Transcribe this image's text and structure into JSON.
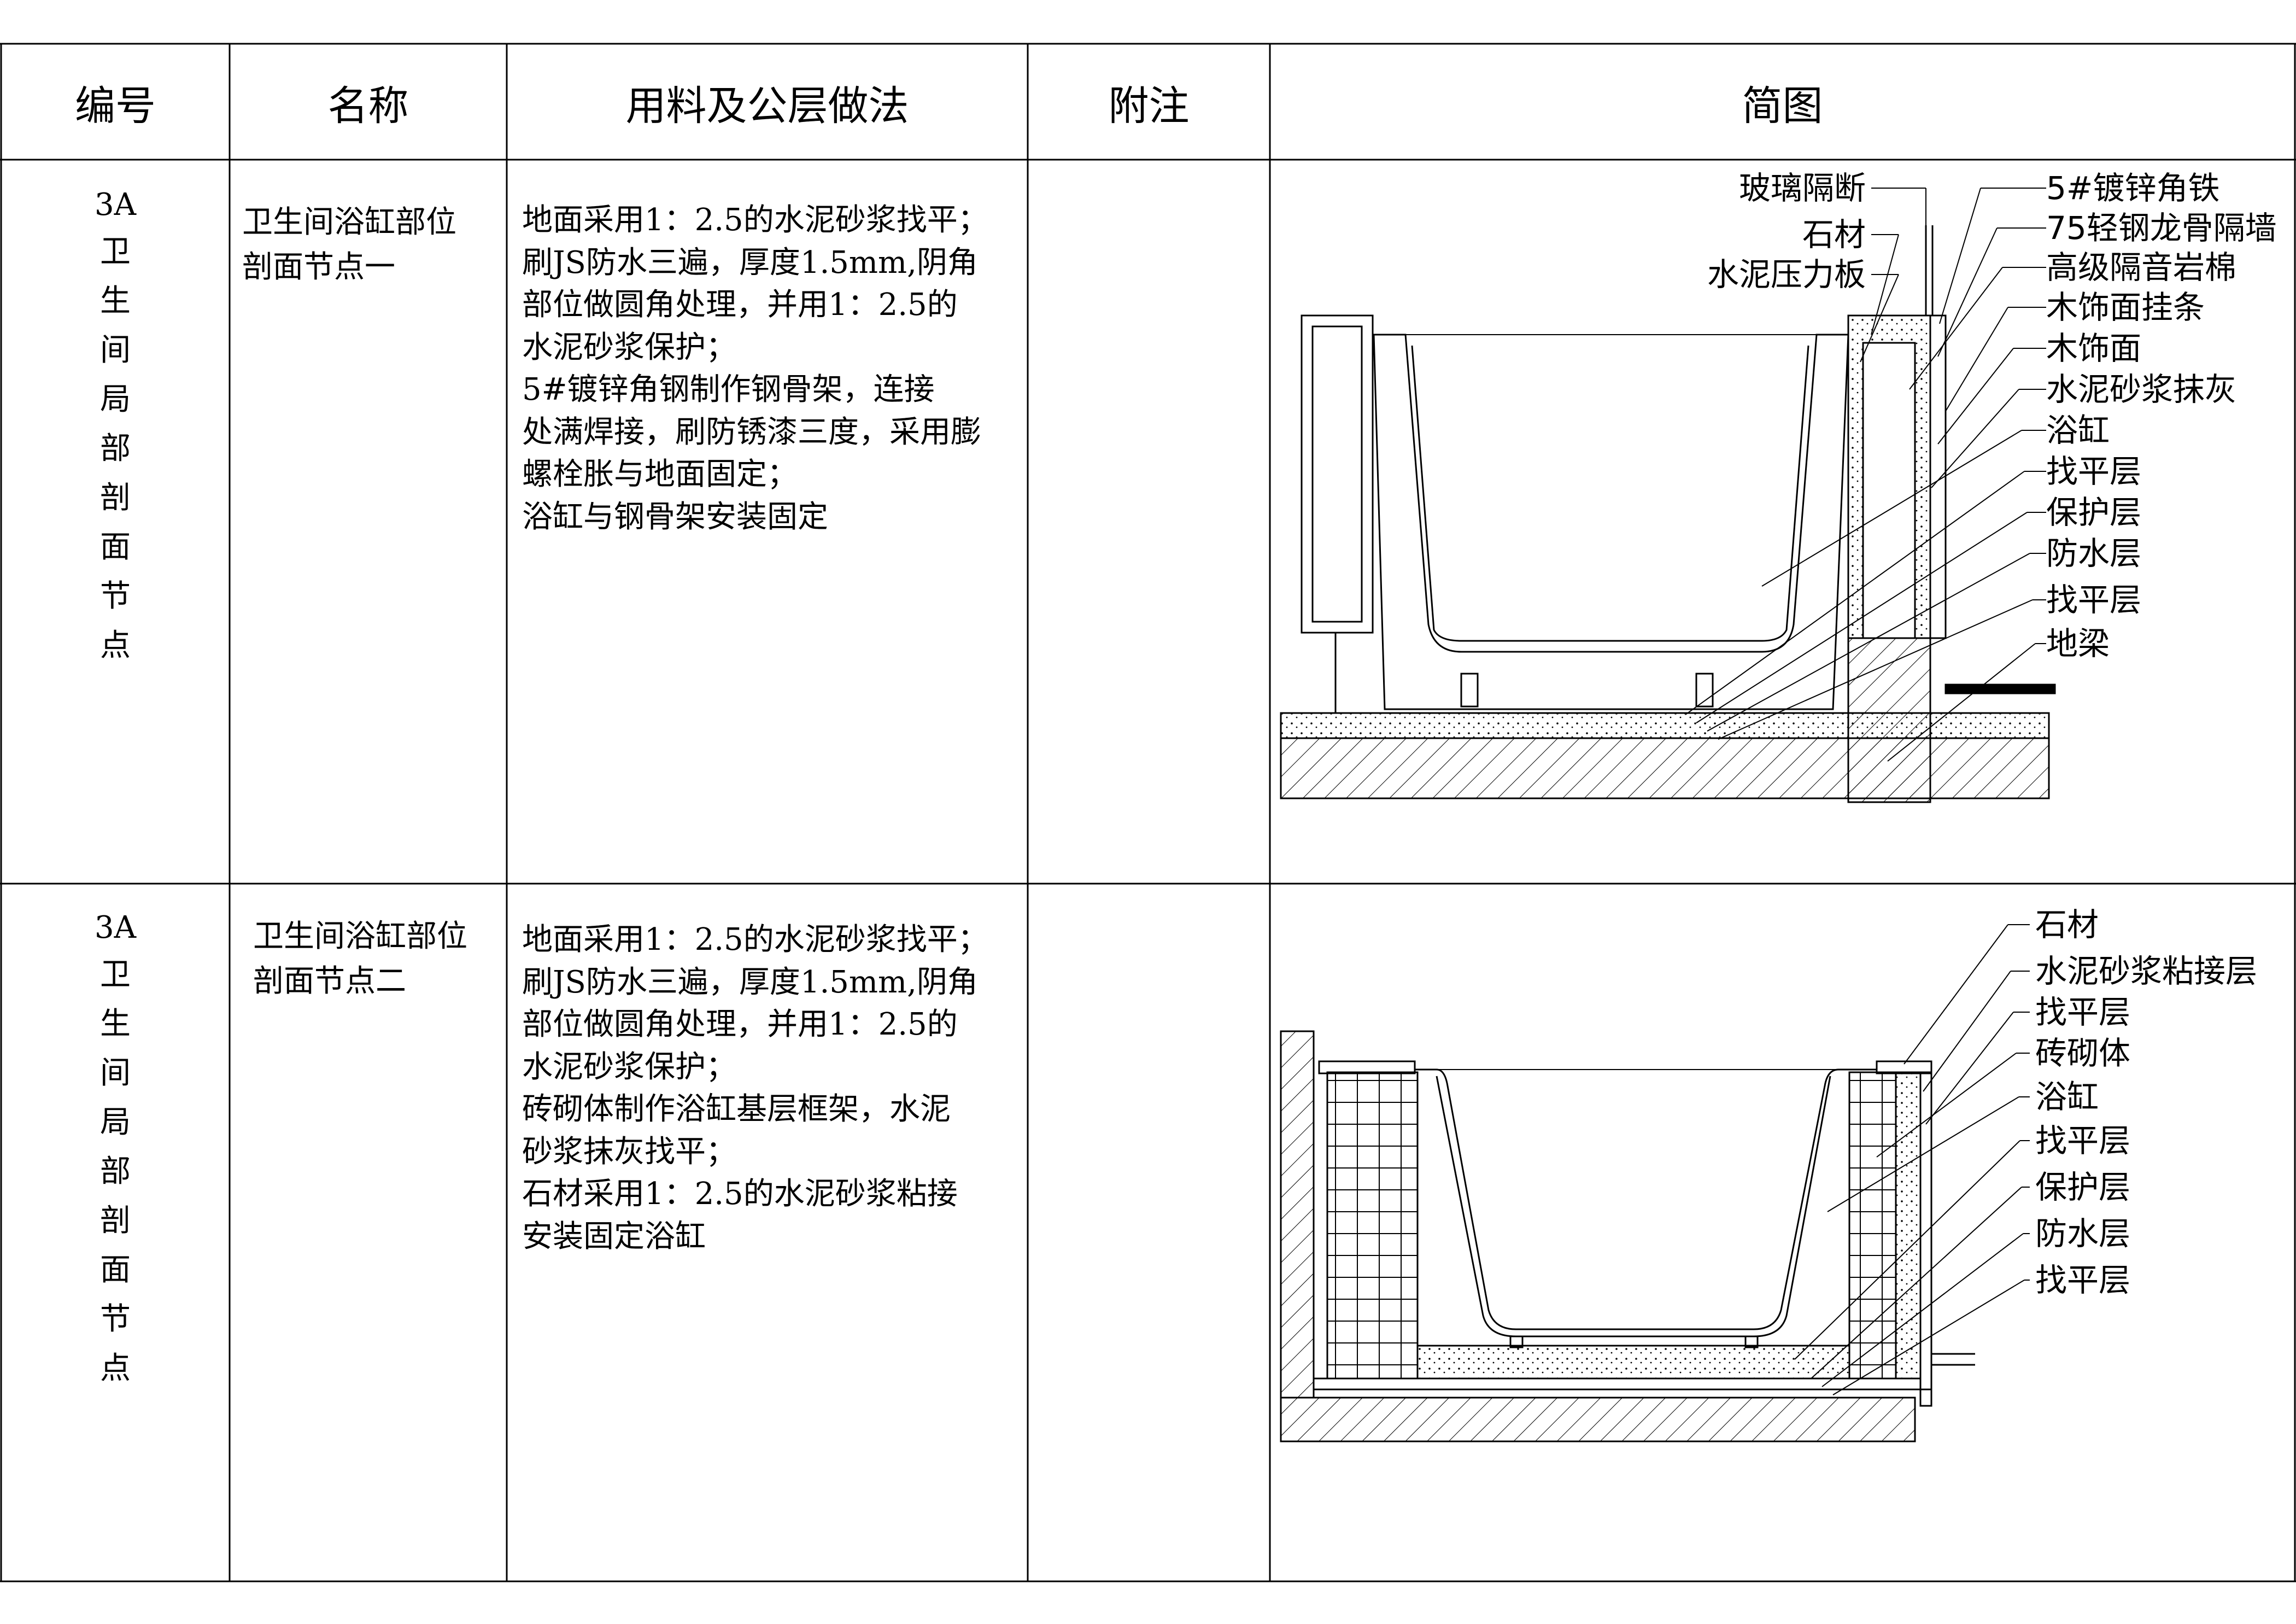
{
  "header": {
    "col_number": "编号",
    "col_name": "名称",
    "col_method": "用料及公层做法",
    "col_note": "附注",
    "col_sketch": "简图"
  },
  "rows": [
    {
      "code": "3A",
      "category_chars": [
        "卫",
        "生",
        "间",
        "局",
        "部",
        "剖",
        "面",
        "节",
        "点"
      ],
      "name_lines": [
        "卫生间浴缸部位",
        "剖面节点一"
      ],
      "method_lines": [
        "地面采用1：2.5的水泥砂浆找平；",
        "刷JS防水三遍，厚度1.5mm,阴角",
        "部位做圆角处理，并用1：2.5的",
        "水泥砂浆保护；",
        "5#镀锌角钢制作钢骨架，连接",
        "处满焊接，刷防锈漆三度，采用膨",
        "螺栓胀与地面固定；",
        "浴缸与钢骨架安装固定"
      ],
      "note": "",
      "sketch_labels_left": [
        "玻璃隔断",
        "石材",
        "水泥压力板"
      ],
      "sketch_labels_right": [
        "5#镀锌角铁",
        "75轻钢龙骨隔墙",
        "高级隔音岩棉",
        "木饰面挂条",
        "木饰面",
        "水泥砂浆抹灰",
        "浴缸",
        "找平层",
        "保护层",
        "防水层",
        "找平层",
        "地梁"
      ]
    },
    {
      "code": "3A",
      "category_chars": [
        "卫",
        "生",
        "间",
        "局",
        "部",
        "剖",
        "面",
        "节",
        "点"
      ],
      "name_lines": [
        "卫生间浴缸部位",
        "剖面节点二"
      ],
      "method_lines": [
        "地面采用1：2.5的水泥砂浆找平；",
        "刷JS防水三遍，厚度1.5mm,阴角",
        "部位做圆角处理，并用1：2.5的",
        "水泥砂浆保护；",
        "砖砌体制作浴缸基层框架，水泥",
        "砂浆抹灰找平；",
        "石材采用1：2.5的水泥砂浆粘接",
        "安装固定浴缸"
      ],
      "note": "",
      "sketch_labels_right": [
        "石材",
        "水泥砂浆粘接层",
        "找平层",
        "砖砌体",
        "浴缸",
        "找平层",
        "保护层",
        "防水层",
        "找平层"
      ]
    }
  ]
}
